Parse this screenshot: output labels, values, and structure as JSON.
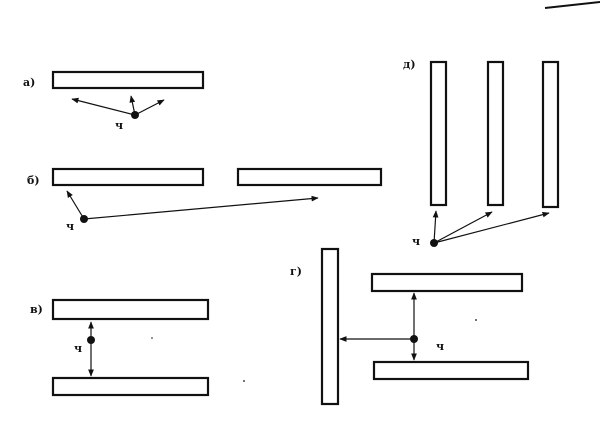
{
  "colors": {
    "ink": "#111111",
    "paper": "#ffffff"
  },
  "labels": {
    "a": "а)",
    "b": "б)",
    "v": "в)",
    "g": "г)",
    "d": "д)"
  },
  "point_label": "ч"
}
